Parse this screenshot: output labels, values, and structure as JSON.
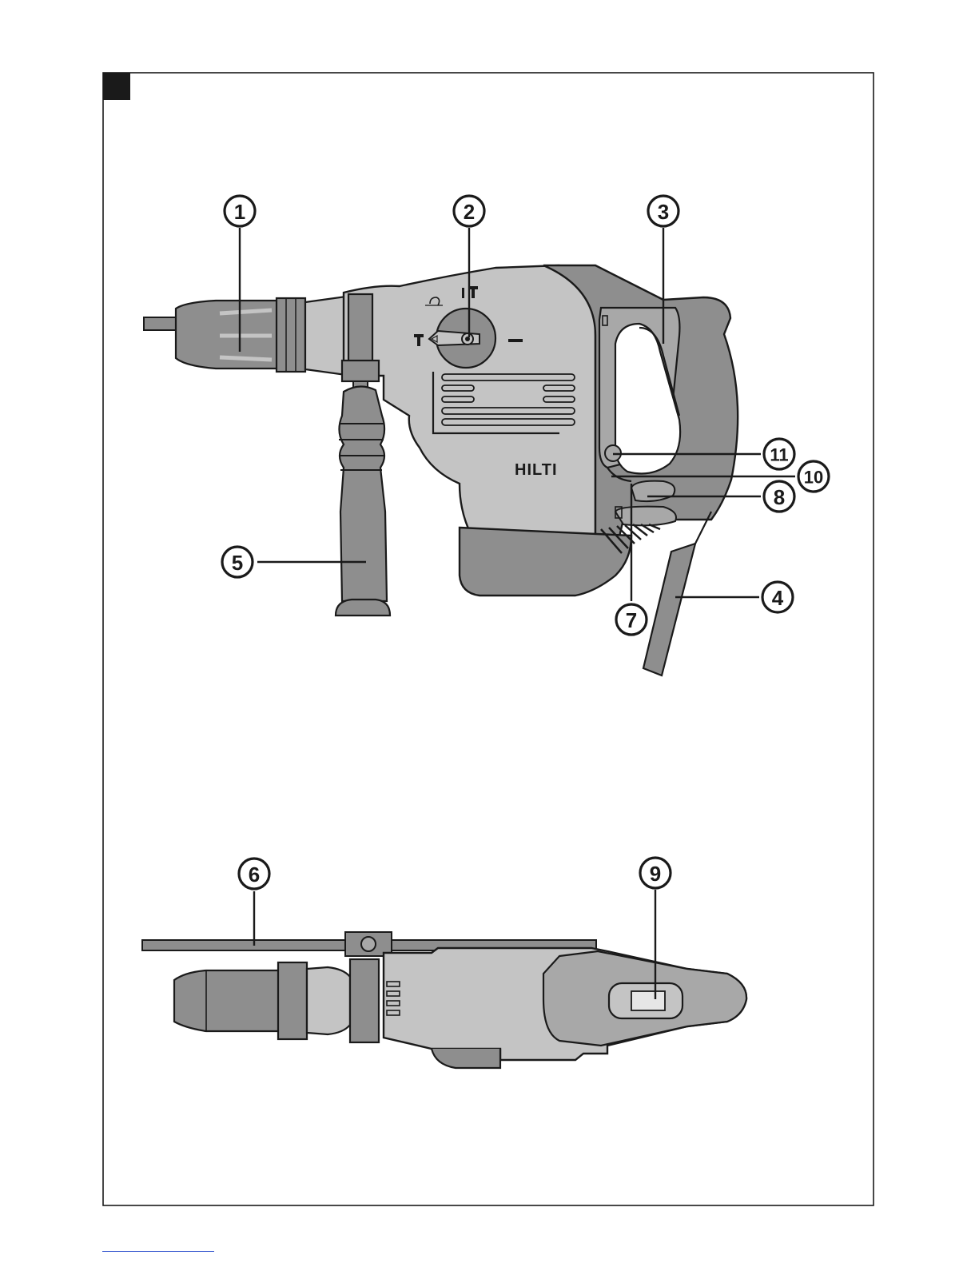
{
  "figure": {
    "brand": "HILTI",
    "colors": {
      "ink": "#1a1a1a",
      "light_grey": "#c4c4c4",
      "mid_grey": "#a8a8a8",
      "dark_grey": "#8e8e8e",
      "corner_tab": "#1a1a1a"
    }
  },
  "callouts": {
    "c1": "1",
    "c2": "2",
    "c3": "3",
    "c4": "4",
    "c5": "5",
    "c6": "6",
    "c7": "7",
    "c8": "8",
    "c9": "9",
    "c10": "10",
    "c11": "11"
  },
  "footer": {
    "link_color": "#3a5bd0"
  }
}
